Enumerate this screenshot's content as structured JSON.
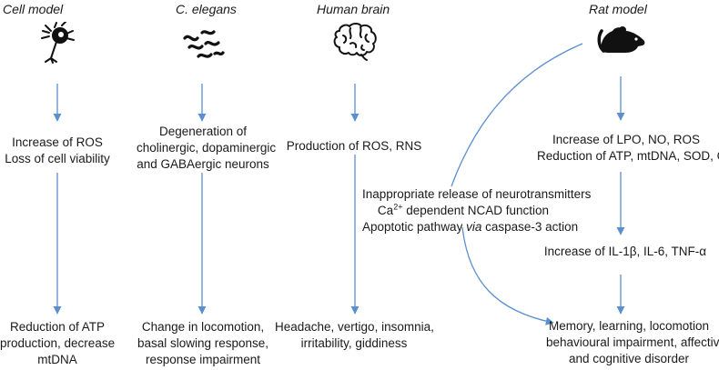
{
  "columns": {
    "cell": {
      "title": "Cell model",
      "icon": "neuron-cell-icon",
      "box1": [
        "Increase of ROS",
        "Loss of cell viability"
      ],
      "box2": [
        "Reduction of ATP",
        "production, decrease",
        "mtDNA"
      ]
    },
    "celegans": {
      "title": "C. elegans",
      "icon": "worms-icon",
      "box1": [
        "Degeneration of",
        "cholinergic, dopaminergic",
        "and GABAergic neurons"
      ],
      "box2": [
        "Change in locomotion,",
        "basal slowing response,",
        "response impairment"
      ]
    },
    "human": {
      "title": "Human brain",
      "icon": "brain-icon",
      "box1": [
        "Production of ROS, RNS"
      ],
      "box2": [
        "Headache, vertigo, insomnia,",
        "irritability, giddiness"
      ]
    },
    "rat": {
      "title": "Rat model",
      "icon": "rat-icon",
      "box1": [
        "Increase of LPO, NO, ROS",
        "Reduction of ATP, mtDNA, SOD, CAT"
      ],
      "box2": "Increase of IL-1β, IL-6, TNF-α",
      "box3": [
        "Memory, learning, locomotion",
        "behavioural impairment, affective",
        "and cognitive disorder"
      ]
    }
  },
  "mechanisms": {
    "line1": "Inappropriate release of neurotransmitters",
    "line2_pre": "Ca",
    "line2_sup": "2+",
    "line2_post": " dependent NCAD function",
    "line3_pre": "Apoptotic pathway ",
    "line3_italic": "via",
    "line3_post": " caspase-3 action"
  },
  "colors": {
    "arrow": "#5b8fcf",
    "text": "#1a1a1a",
    "icon": "#111111"
  }
}
